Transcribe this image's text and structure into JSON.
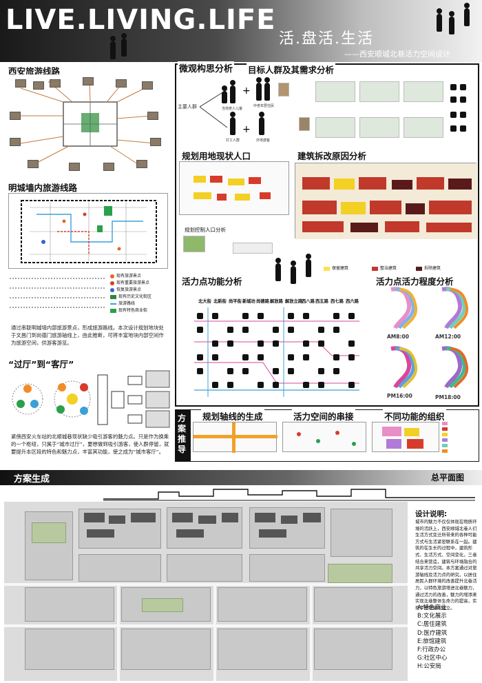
{
  "header": {
    "title": "LIVE.LIVING.LIFE",
    "subtitle": "活.盘活.生活",
    "subtitle2": "——西安顺城北巷活力空间设计"
  },
  "left": {
    "tour_title": "西安旅游线路",
    "wall_title": "明城墙内旅游线路",
    "wall_legend": [
      {
        "label": "现有旅游景点",
        "color": "#e0692b"
      },
      {
        "label": "现有重要旅游景点",
        "color": "#d83b2b"
      },
      {
        "label": "恢复旅游景点",
        "color": "#3366cc"
      },
      {
        "label": "现有历史文化街区",
        "color": "#2a8a3a"
      },
      {
        "label": "旅游路线",
        "color": "#3aa0d8"
      },
      {
        "label": "现有特色商业街",
        "color": "#2aa04a"
      }
    ],
    "wall_text": "通过串联明城墙内部旅游景点，形成旅游路线。本次设计规划地块处于文昌门到尚德门旅游轴线上，由此推断，可将丰富地块内部空间作为旅游空间，供游客游览。",
    "guest_title": "“过厅”到“客厅”",
    "guest_text": "紧傍西安火车站的北顺城巷现状缺少吸引游客的魅力点。只是作为换乘的一个枢纽，只属于“城市过厅”，要想做到吸引游客，使人群停留，就要提升本区段的特色和魅力点，丰富其功能，使之成为“城市客厅”。"
  },
  "right": {
    "micro_title": "微观构思分析",
    "target_title": "目标人群及其需求分析",
    "main_group": "主要人群",
    "groups": [
      "当地老人儿童",
      "中老年居住民",
      "打工人群",
      "外地游客"
    ],
    "landuse_title": "规划用地现状人口",
    "control_title": "规划控制人口分析",
    "reason_title": "建筑拆改原因分析",
    "reason_legend": [
      {
        "label": "保留建筑",
        "color": "#ffe04a"
      },
      {
        "label": "整治建筑",
        "color": "#c0392b"
      },
      {
        "label": "拆除建筑",
        "color": "#5a1a1a"
      }
    ],
    "func_title": "活力点功能分析",
    "func_cols": [
      "北大街",
      "北新街",
      "尚平街",
      "新城坊",
      "尚德路",
      "解放路",
      "解放立路",
      "西八路",
      "西五路",
      "西七路",
      "西六路"
    ],
    "vital_title": "活力点活力程度分析",
    "times": [
      "AM8:00",
      "AM12:00",
      "PM16:00",
      "PM18:00"
    ],
    "scheme_label": "方案推导",
    "axis_title": "规划轴线的生成",
    "space_title": "活力空间的串接",
    "org_title": "不同功能的组织"
  },
  "bottom": {
    "gen_title": "方案生成",
    "plan_title": "总平面图",
    "design_title": "设计说明:",
    "design_text": "城市的魅力不仅仅体现在物质环境的活跃上，西安顺城北巷人们生活方式变迁所带来的各种可能方式与生活紧密联系在一起。建筑的在生长的过程中，建筑形式、生活方式、空间变化，三者结合来营造，建筑与环境融合的共享活力空间。本方案通过对旅游轴线及活力点的研究，以居住居民人群环境的改善提升北巷活力，以特色旅游增进北巷魅力，通过活力的改善，魅力的增添来实现北巷整体生命力的提高，实现宇室城墙的建立。",
    "key": [
      "A:特色商业",
      "B:文化展示",
      "C:居住建筑",
      "D:医疗建筑",
      "E:旅馆建筑",
      "F:行政办公",
      "G:社区中心",
      "H:公安局"
    ]
  },
  "colors": {
    "accent_red": "#d83b2b",
    "accent_orange": "#e0692b",
    "accent_green": "#2aa04a",
    "accent_blue": "#3aa0d8"
  }
}
